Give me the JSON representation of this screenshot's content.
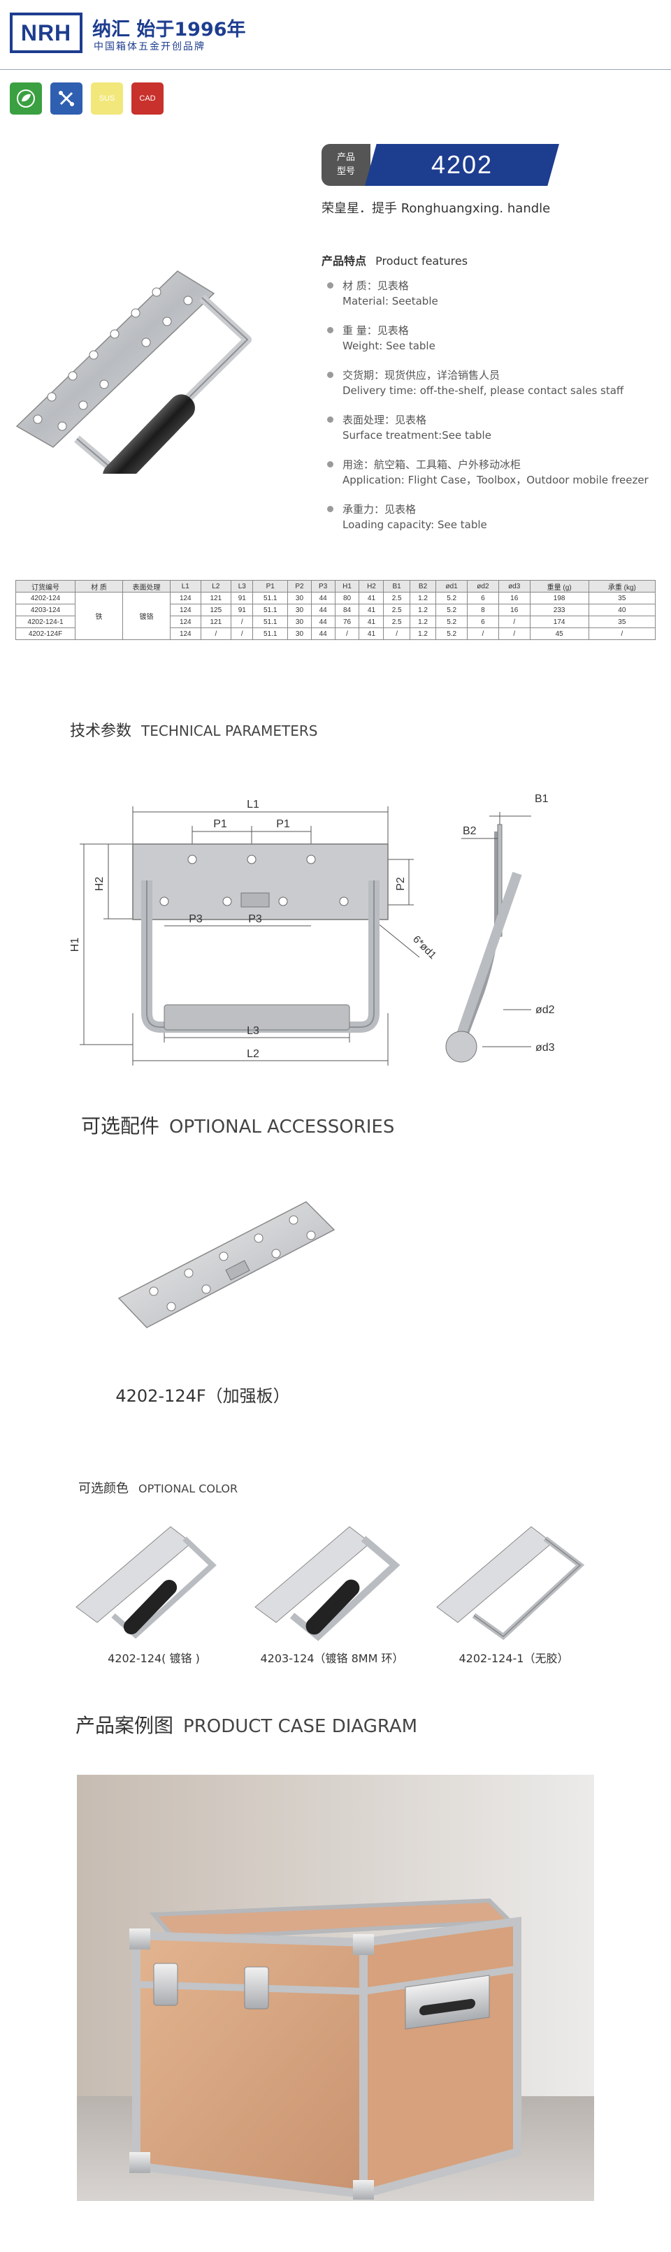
{
  "header": {
    "logo": "NRH",
    "brand_top": "纳汇  始于1996年",
    "brand_sub": "中国箱体五金开创品牌"
  },
  "certs": [
    {
      "label": "",
      "icon": "leaf-icon",
      "color": "#3aa041"
    },
    {
      "label": "",
      "icon": "tools-icon",
      "color": "#2f5fb0"
    },
    {
      "label": "SUS",
      "icon": "sus-icon",
      "color": "#f2e77a"
    },
    {
      "label": "CAD",
      "icon": "cad-icon",
      "color": "#c8312c"
    }
  ],
  "badge": {
    "label": "产品\n型号",
    "model": "4202"
  },
  "product_name": "荣皇星．提手   Ronghuangxing. handle",
  "features": {
    "title_zh": "产品特点",
    "title_en": "Product features",
    "items": [
      {
        "zh": "材  质：见表格",
        "en": "Material: Seetable"
      },
      {
        "zh": "重  量：见表格",
        "en": "Weight: See table"
      },
      {
        "zh": "交货期：现货供应，详洽销售人员",
        "en": "Delivery time: off-the-shelf, please contact sales staff"
      },
      {
        "zh": "表面处理：见表格",
        "en": "Surface treatment:See table"
      },
      {
        "zh": "用途：航空箱、工具箱、户外移动冰柜",
        "en": "Application: Flight Case，Toolbox，Outdoor mobile freezer"
      },
      {
        "zh": "承重力：见表格",
        "en": "Loading capacity: See table"
      }
    ]
  },
  "spec_table": {
    "headers": [
      "订货编号",
      "材  质",
      "表面处理",
      "L1",
      "L2",
      "L3",
      "P1",
      "P2",
      "P3",
      "H1",
      "H2",
      "B1",
      "B2",
      "ød1",
      "ød2",
      "ød3",
      "重量 (g)",
      "承重 (kg)"
    ],
    "material": "铁",
    "surface": "镀铬",
    "rows": [
      [
        "4202-124",
        "124",
        "121",
        "91",
        "51.1",
        "30",
        "44",
        "80",
        "41",
        "2.5",
        "1.2",
        "5.2",
        "6",
        "16",
        "198",
        "35"
      ],
      [
        "4203-124",
        "124",
        "125",
        "91",
        "51.1",
        "30",
        "44",
        "84",
        "41",
        "2.5",
        "1.2",
        "5.2",
        "8",
        "16",
        "233",
        "40"
      ],
      [
        "4202-124-1",
        "124",
        "121",
        "/",
        "51.1",
        "30",
        "44",
        "76",
        "41",
        "2.5",
        "1.2",
        "5.2",
        "6",
        "/",
        "174",
        "35"
      ],
      [
        "4202-124F",
        "124",
        "/",
        "/",
        "51.1",
        "30",
        "44",
        "/",
        "41",
        "/",
        "1.2",
        "5.2",
        "/",
        "/",
        "45",
        "/"
      ]
    ]
  },
  "technical": {
    "title_zh": "技术参数",
    "title_en": "TECHNICAL PARAMETERS",
    "labels": {
      "L1": "L1",
      "L2": "L2",
      "L3": "L3",
      "P1": "P1",
      "P2": "P2",
      "P3": "P3",
      "H1": "H1",
      "H2": "H2",
      "B1": "B1",
      "B2": "B2",
      "d1": "6*ød1",
      "d2": "ød2",
      "d3": "ød3"
    }
  },
  "accessories": {
    "title_zh": "可选配件",
    "title_en": "OPTIONAL ACCESSORIES",
    "caption": "4202-124F（加强板）"
  },
  "colors": {
    "title_zh": "可选颜色",
    "title_en": "OPTIONAL COLOR",
    "items": [
      "4202-124( 镀铬 )",
      "4203-124（镀铬 8MM 环）",
      "4202-124-1（无胶）"
    ]
  },
  "case": {
    "title_zh": "产品案例图",
    "title_en": "PRODUCT CASE DIAGRAM"
  },
  "palette": {
    "brand_blue": "#1d3d8f",
    "badge_gray": "#555555"
  }
}
